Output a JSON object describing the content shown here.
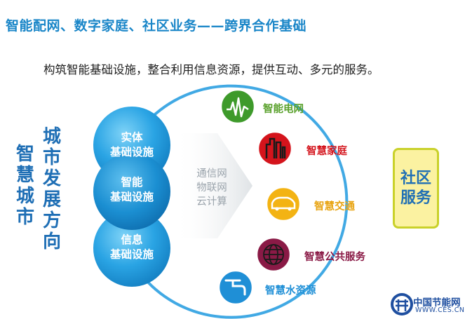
{
  "header": {
    "title": "智能配网、数字家庭、社区业务——跨界合作基础",
    "subtitle": "构筑智能基础设施，整合利用信息资源，提供互动、多元的服务。"
  },
  "vertical_labels": {
    "smart_city": "智慧城市",
    "city_development": "城市发展方向"
  },
  "infrastructure": [
    {
      "label": "实体\n基础设施"
    },
    {
      "label": "智能\n基础设施"
    },
    {
      "label": "信息\n基础设施"
    }
  ],
  "arrow_text": "通信网\n物联网\n云计算",
  "nodes": [
    {
      "label": "智能电网",
      "icon": "waveform-icon",
      "color": "#3e9a2b",
      "text_color": "#5aa12c"
    },
    {
      "label": "智慧家庭",
      "icon": "buildings-icon",
      "color": "#d4141c",
      "text_color": "#d4141c"
    },
    {
      "label": "智慧交通",
      "icon": "car-icon",
      "color": "#f3b313",
      "text_color": "#e8a412"
    },
    {
      "label": "智慧公共服务",
      "icon": "globe-icon",
      "color": "#8a1a46",
      "text_color": "#8a1a46"
    },
    {
      "label": "智慧水资源",
      "icon": "faucet-icon",
      "color": "#1f8fd6",
      "text_color": "#1f8fd6"
    }
  ],
  "community": {
    "label": "社区服务"
  },
  "logo": {
    "name": "中国节能网",
    "url": "WWW.CES.CN"
  }
}
